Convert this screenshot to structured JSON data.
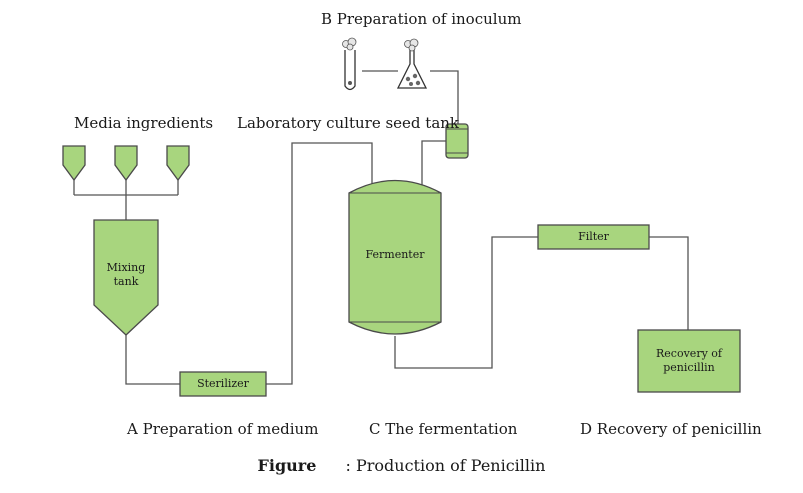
{
  "labels": {
    "inoculum": "B Preparation of inoculum",
    "media": "Media ingredients",
    "seed_tank": "Laboratory culture seed tank",
    "mixing_tank": "Mixing tank",
    "fermenter": "Fermenter",
    "filter": "Filter",
    "sterilizer": "Sterilizer",
    "recovery": "Recovery of penicillin"
  },
  "stages": {
    "a": "A Preparation of medium",
    "c": "C The fermentation",
    "d": "D Recovery of penicillin"
  },
  "caption": {
    "prefix": "Figure",
    "separator": ":",
    "title": "Production of Penicillin"
  },
  "colors": {
    "fill": "#a8d57e",
    "stroke": "#4a4a4a",
    "line": "#555555"
  }
}
